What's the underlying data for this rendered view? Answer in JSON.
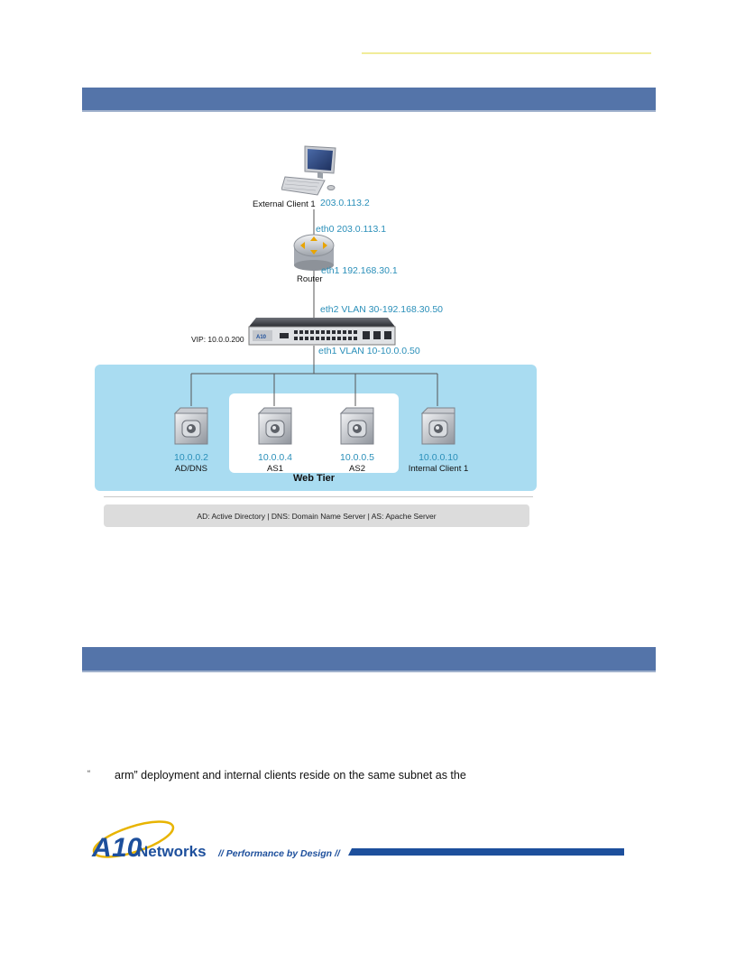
{
  "diagram": {
    "external_client": {
      "name": "External Client 1",
      "ip": "203.0.113.2"
    },
    "router": {
      "name": "Router",
      "eth0": "eth0 203.0.113.1",
      "eth1": "eth1 192.168.30.1"
    },
    "adc": {
      "vip": "VIP: 10.0.0.200",
      "eth2": "eth2  VLAN 30-192.168.30.50",
      "eth1": "eth1 VLAN 10-10.0.0.50"
    },
    "servers": [
      {
        "ip": "10.0.0.2",
        "name": "AD/DNS"
      },
      {
        "ip": "10.0.0.4",
        "name": "AS1"
      },
      {
        "ip": "10.0.0.5",
        "name": "AS2"
      },
      {
        "ip": "10.0.0.10",
        "name": "Internal Client 1"
      }
    ],
    "web_tier_label": "Web Tier",
    "legend": "AD: Active Directory  |  DNS: Domain Name Server  |  AS: Apache Server"
  },
  "body": {
    "quote_mark": "“",
    "text": "arm” deployment and internal clients reside on the same subnet as the"
  },
  "footer": {
    "logo_text": "Networks",
    "logo_a": "A",
    "logo_num": "10",
    "tagline": "// Performance by Design //"
  },
  "colors": {
    "band": "#5474a9",
    "cyan_text": "#2a8fb9",
    "web_zone": "#a9dcf1",
    "logo_blue": "#1d4f9c",
    "logo_gold": "#e8b400"
  }
}
